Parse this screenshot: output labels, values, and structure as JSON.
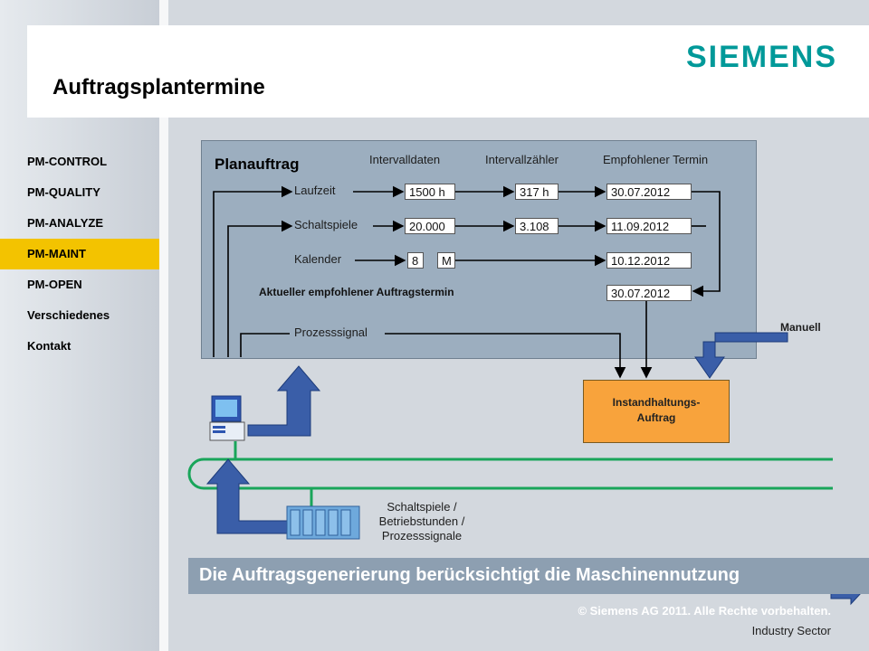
{
  "brand": "SIEMENS",
  "page_title": "Auftragsplantermine",
  "nav": [
    {
      "label": "PM-CONTROL",
      "active": false
    },
    {
      "label": "PM-QUALITY",
      "active": false
    },
    {
      "label": "PM-ANALYZE",
      "active": false
    },
    {
      "label": "PM-MAINT",
      "active": true
    },
    {
      "label": "PM-OPEN",
      "active": false
    },
    {
      "label": "Verschiedenes",
      "active": false
    },
    {
      "label": "Kontakt",
      "active": false
    }
  ],
  "diagram": {
    "box_title": "Planauftrag",
    "col_headers": [
      "Intervalldaten",
      "Intervallzähler",
      "Empfohlener Termin"
    ],
    "rows": [
      {
        "label": "Laufzeit",
        "interval": "1500 h",
        "counter": "317 h",
        "date": "30.07.2012"
      },
      {
        "label": "Schaltspiele",
        "interval": "20.000",
        "counter": "3.108",
        "date": "11.09.2012"
      },
      {
        "label": "Kalender",
        "interval_a": "8",
        "interval_b": "M",
        "date": "10.12.2012"
      }
    ],
    "current_label": "Aktueller empfohlener Auftragstermin",
    "current_date": "30.07.2012",
    "process_label": "Prozesssignal",
    "manual_label": "Manuell",
    "order_box": [
      "Instandhaltungs-",
      "Auftrag"
    ],
    "device_caption": [
      "Schaltspiele /",
      "Betriebstunden /",
      "Prozesssignale"
    ]
  },
  "banner": "Die Auftragsgenerierung berücksichtigt die Maschinennutzung",
  "footer": {
    "copyright": "© Siemens AG 2011. Alle Rechte vorbehalten.",
    "sector": "Industry Sector"
  },
  "colors": {
    "brand": "#009999",
    "active_nav": "#f3c300",
    "network": "#19a55a",
    "arrow": "#3a5ea8",
    "order_box": "#f8a33c"
  }
}
